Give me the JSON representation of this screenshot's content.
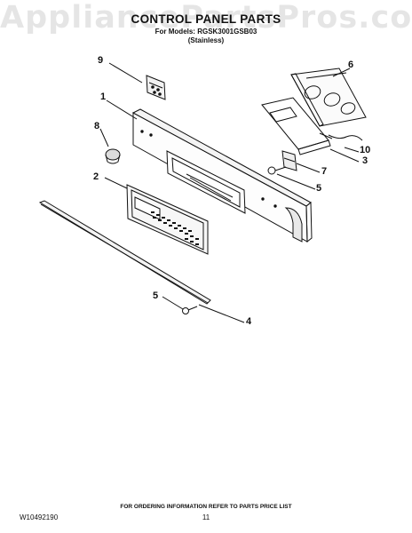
{
  "watermark": "AppliancePartsPros.com",
  "header": {
    "title": "CONTROL PANEL PARTS",
    "model_line": "For Models: RGSK3001GSB03",
    "finish": "(Stainless)"
  },
  "callouts": {
    "c1": "1",
    "c2": "2",
    "c3": "3",
    "c4": "4",
    "c5a": "5",
    "c5b": "5",
    "c6": "6",
    "c7": "7",
    "c8": "8",
    "c9": "9",
    "c10": "10"
  },
  "footer": {
    "doc_number": "W10492190",
    "ordering_note": "FOR ORDERING INFORMATION REFER TO PARTS PRICE LIST",
    "page_number": "11"
  }
}
